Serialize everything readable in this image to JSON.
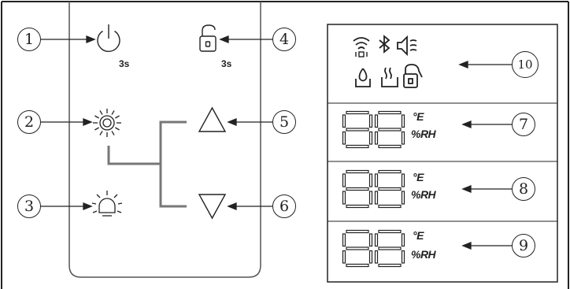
{
  "callouts": {
    "c1": "1",
    "c2": "2",
    "c3": "3",
    "c4": "4",
    "c5": "5",
    "c6": "6",
    "c7": "7",
    "c8": "8",
    "c9": "9",
    "c10": "10"
  },
  "hold_labels": {
    "power": "3s",
    "lock": "3s"
  },
  "display_rows": [
    {
      "unit_top": "°E",
      "unit_bottom": "%RH"
    },
    {
      "unit_top": "°E",
      "unit_bottom": "%RH"
    },
    {
      "unit_top": "°E",
      "unit_bottom": "%RH"
    }
  ],
  "icons": {
    "control_panel": [
      "power-icon",
      "lock-icon",
      "brightness-up-icon",
      "brightness-down-icon",
      "up-arrow-icon",
      "down-arrow-icon"
    ],
    "status_top_row": [
      "wifi-icon",
      "bluetooth-icon",
      "speaker-icon"
    ],
    "status_bottom_row": [
      "water-drop-icon",
      "heater-icon",
      "lock-icon"
    ]
  },
  "colors": {
    "line": "#222222",
    "panel_border": "#555555",
    "bracket": "#777777",
    "segment": "#222222"
  }
}
